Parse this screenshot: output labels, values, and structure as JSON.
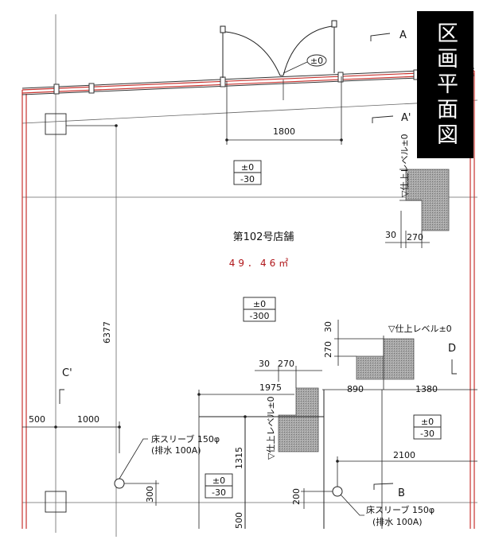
{
  "title": "区画平面図",
  "room": {
    "name": "第102号店舗",
    "area": "49．46㎡"
  },
  "level_boxes": {
    "top": {
      "upper": "±0",
      "lower": "-30"
    },
    "center": {
      "upper": "±0",
      "lower": "-300"
    },
    "right": {
      "upper": "±0",
      "lower": "-30"
    },
    "bottom": {
      "upper": "±0",
      "lower": "-30"
    }
  },
  "door_level": "±0",
  "finish_level": "▽仕上レベル±0",
  "dimensions": {
    "d1800": "1800",
    "d6377": "6377",
    "d1975": "1975",
    "d890": "890",
    "d1380": "1380",
    "d2100": "2100",
    "d500_left": "500",
    "d1000": "1000",
    "d1315": "1315",
    "d300": "300",
    "d200": "200",
    "d500_bottom": "500",
    "d30_a": "30",
    "d270_a": "270",
    "d30_b": "30",
    "d270_b": "270",
    "d30_c": "30",
    "d270_c": "270"
  },
  "sleeve_left": {
    "line1": "床スリーブ 150φ",
    "line2": "(排水 100A)"
  },
  "sleeve_right": {
    "line1": "床スリーブ 150φ",
    "line2": "(排水 100A)"
  },
  "section_markers": {
    "a": "A",
    "a_prime": "A'",
    "b": "B",
    "c_prime": "C'",
    "d": "D"
  }
}
